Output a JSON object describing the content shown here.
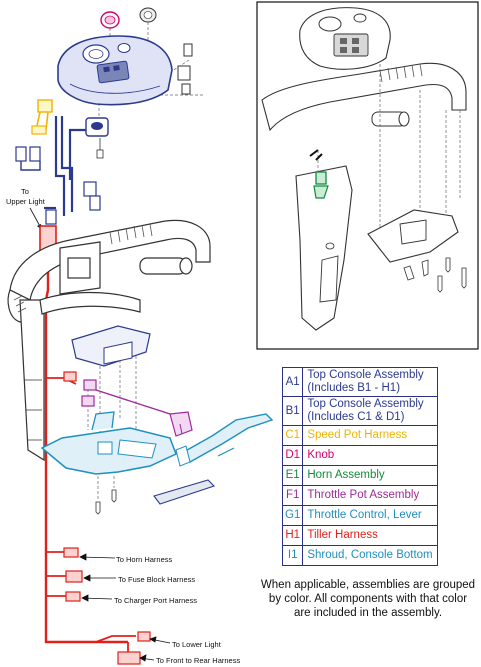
{
  "labels": {
    "upper_light": [
      "To",
      "Upper Light"
    ],
    "horn_harness": "To Horn Harness",
    "fuse_block_harness": "To Fuse Block Harness",
    "charger_port_harness": "To Charger Port Harness",
    "lower_light": "To Lower Light",
    "front_to_rear_harness": "To Front to Rear Harness"
  },
  "legend": [
    {
      "code": "A1",
      "text": [
        "Top Console Assembly",
        "(Includes B1 - H1)"
      ],
      "color": "#2b3a8f"
    },
    {
      "code": "B1",
      "text": [
        "Top Console Assembly",
        "(Includes C1 & D1)"
      ],
      "color": "#2b3a8f"
    },
    {
      "code": "C1",
      "text": [
        "Speed Pot Harness"
      ],
      "color": "#f0b400"
    },
    {
      "code": "D1",
      "text": [
        "Knob"
      ],
      "color": "#d4006f"
    },
    {
      "code": "E1",
      "text": [
        "Horn Assembly"
      ],
      "color": "#138a3c"
    },
    {
      "code": "F1",
      "text": [
        "Throttle Pot Assembly"
      ],
      "color": "#a0289c"
    },
    {
      "code": "G1",
      "text": [
        "Throttle Control, Lever"
      ],
      "color": "#1f8fbf"
    },
    {
      "code": "H1",
      "text": [
        "Tiller Harness"
      ],
      "color": "#e0201b"
    },
    {
      "code": "I1",
      "text": [
        "Shroud, Console Bottom"
      ],
      "color": "#1f8fbf"
    }
  ],
  "note": [
    "When applicable, assemblies are grouped",
    "by color. All components with that color",
    "are included in the assembly."
  ],
  "colors": {
    "line_art": "#333333",
    "console_blue": "#2b3a8f",
    "harness_red": "#e0201b",
    "shroud_cyan": "#1f8fbf",
    "throttle_purple": "#a0289c",
    "horn_green": "#138a3c",
    "knob_magenta": "#d4006f",
    "pot_yellow": "#f0b400"
  }
}
